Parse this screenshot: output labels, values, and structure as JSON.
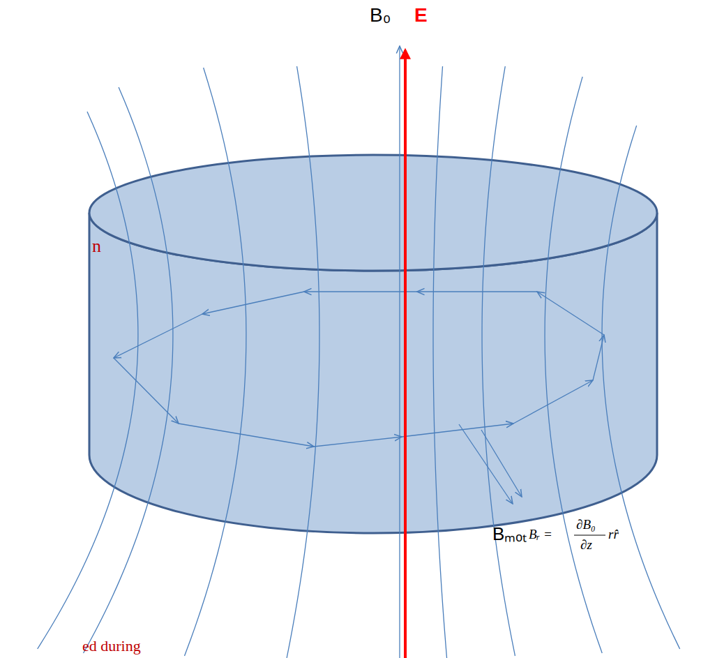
{
  "diagram": {
    "labels": [
      "B₀",
      "E",
      "n",
      "Bₘₒₜ",
      "Bᵣ =",
      "∂B₀",
      "∂z",
      "rr̂",
      "ed during"
    ]
  }
}
